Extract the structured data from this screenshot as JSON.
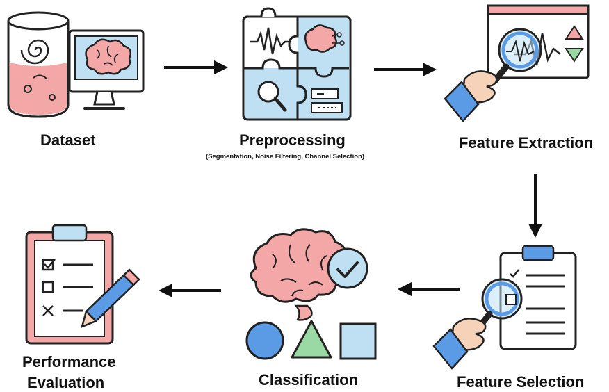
{
  "steps": [
    {
      "label": "Dataset"
    },
    {
      "label": "Preprocessing",
      "sublabel": "(Segmentation, Noise Filtering, Channel Selection)"
    },
    {
      "label": "Feature Extraction"
    },
    {
      "label": "Feature Selection"
    },
    {
      "label": "Classification"
    },
    {
      "label_line1": "Performance",
      "label_line2": "Evaluation"
    }
  ],
  "icons": {
    "dataset": [
      "database-cylinder-icon",
      "monitor-icon",
      "brain-icon"
    ],
    "preprocessing": [
      "puzzle-icon",
      "waveform-icon",
      "magnifier-icon"
    ],
    "feature_extraction": [
      "chart-window-icon",
      "magnifier-icon",
      "hand-icon"
    ],
    "feature_selection": [
      "clipboard-icon",
      "magnifier-icon",
      "hand-icon"
    ],
    "classification": [
      "brain-icon",
      "check-circle-icon",
      "circle-icon",
      "triangle-icon",
      "square-icon"
    ],
    "performance_evaluation": [
      "clipboard-icon",
      "checklist-icon",
      "pencil-icon"
    ]
  },
  "colors": {
    "pink": "#f4a7a7",
    "light_blue": "#bfe0f3",
    "blue": "#5b9be6",
    "green": "#9ad9a3",
    "outline": "#222222"
  }
}
